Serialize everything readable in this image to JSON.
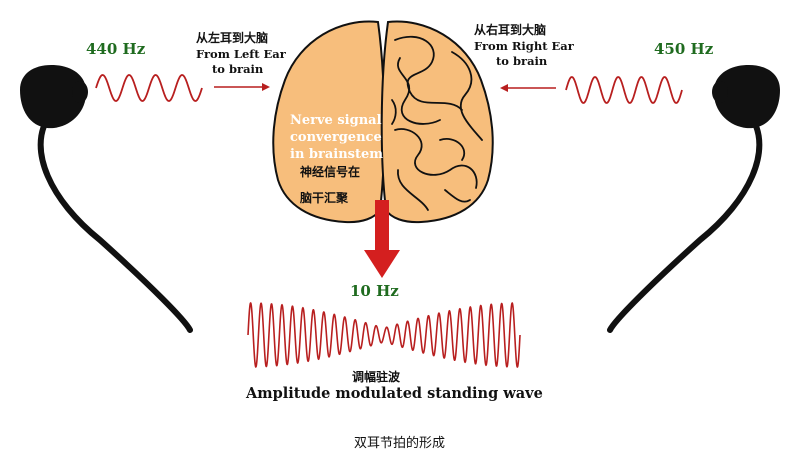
{
  "left": {
    "frequency": "440 Hz",
    "label_cn": "从左耳到大脑",
    "label_en_line1": "From Left Ear",
    "label_en_line2": "to brain"
  },
  "right": {
    "frequency": "450 Hz",
    "label_cn": "从右耳到大脑",
    "label_en_line1": "From Right Ear",
    "label_en_line2": "to brain"
  },
  "brain": {
    "en_line1": "Nerve signal",
    "en_line2": "convergence",
    "en_line3": "in brainstem",
    "cn_line1": "神经信号在",
    "cn_line2": "脑干汇聚"
  },
  "result": {
    "frequency": "10 Hz",
    "label_cn": "调幅驻波",
    "label_en": "Amplitude modulated standing wave"
  },
  "caption": "双耳节拍的形成",
  "colors": {
    "wave": "#b81f1f",
    "brain_fill": "#f7be7c",
    "arrow": "#d41f1f",
    "frequency_text": "#1f6b1f"
  },
  "icons": {
    "left_earbud": "earbud-icon",
    "right_earbud": "earbud-icon",
    "brain": "brain-icon"
  }
}
